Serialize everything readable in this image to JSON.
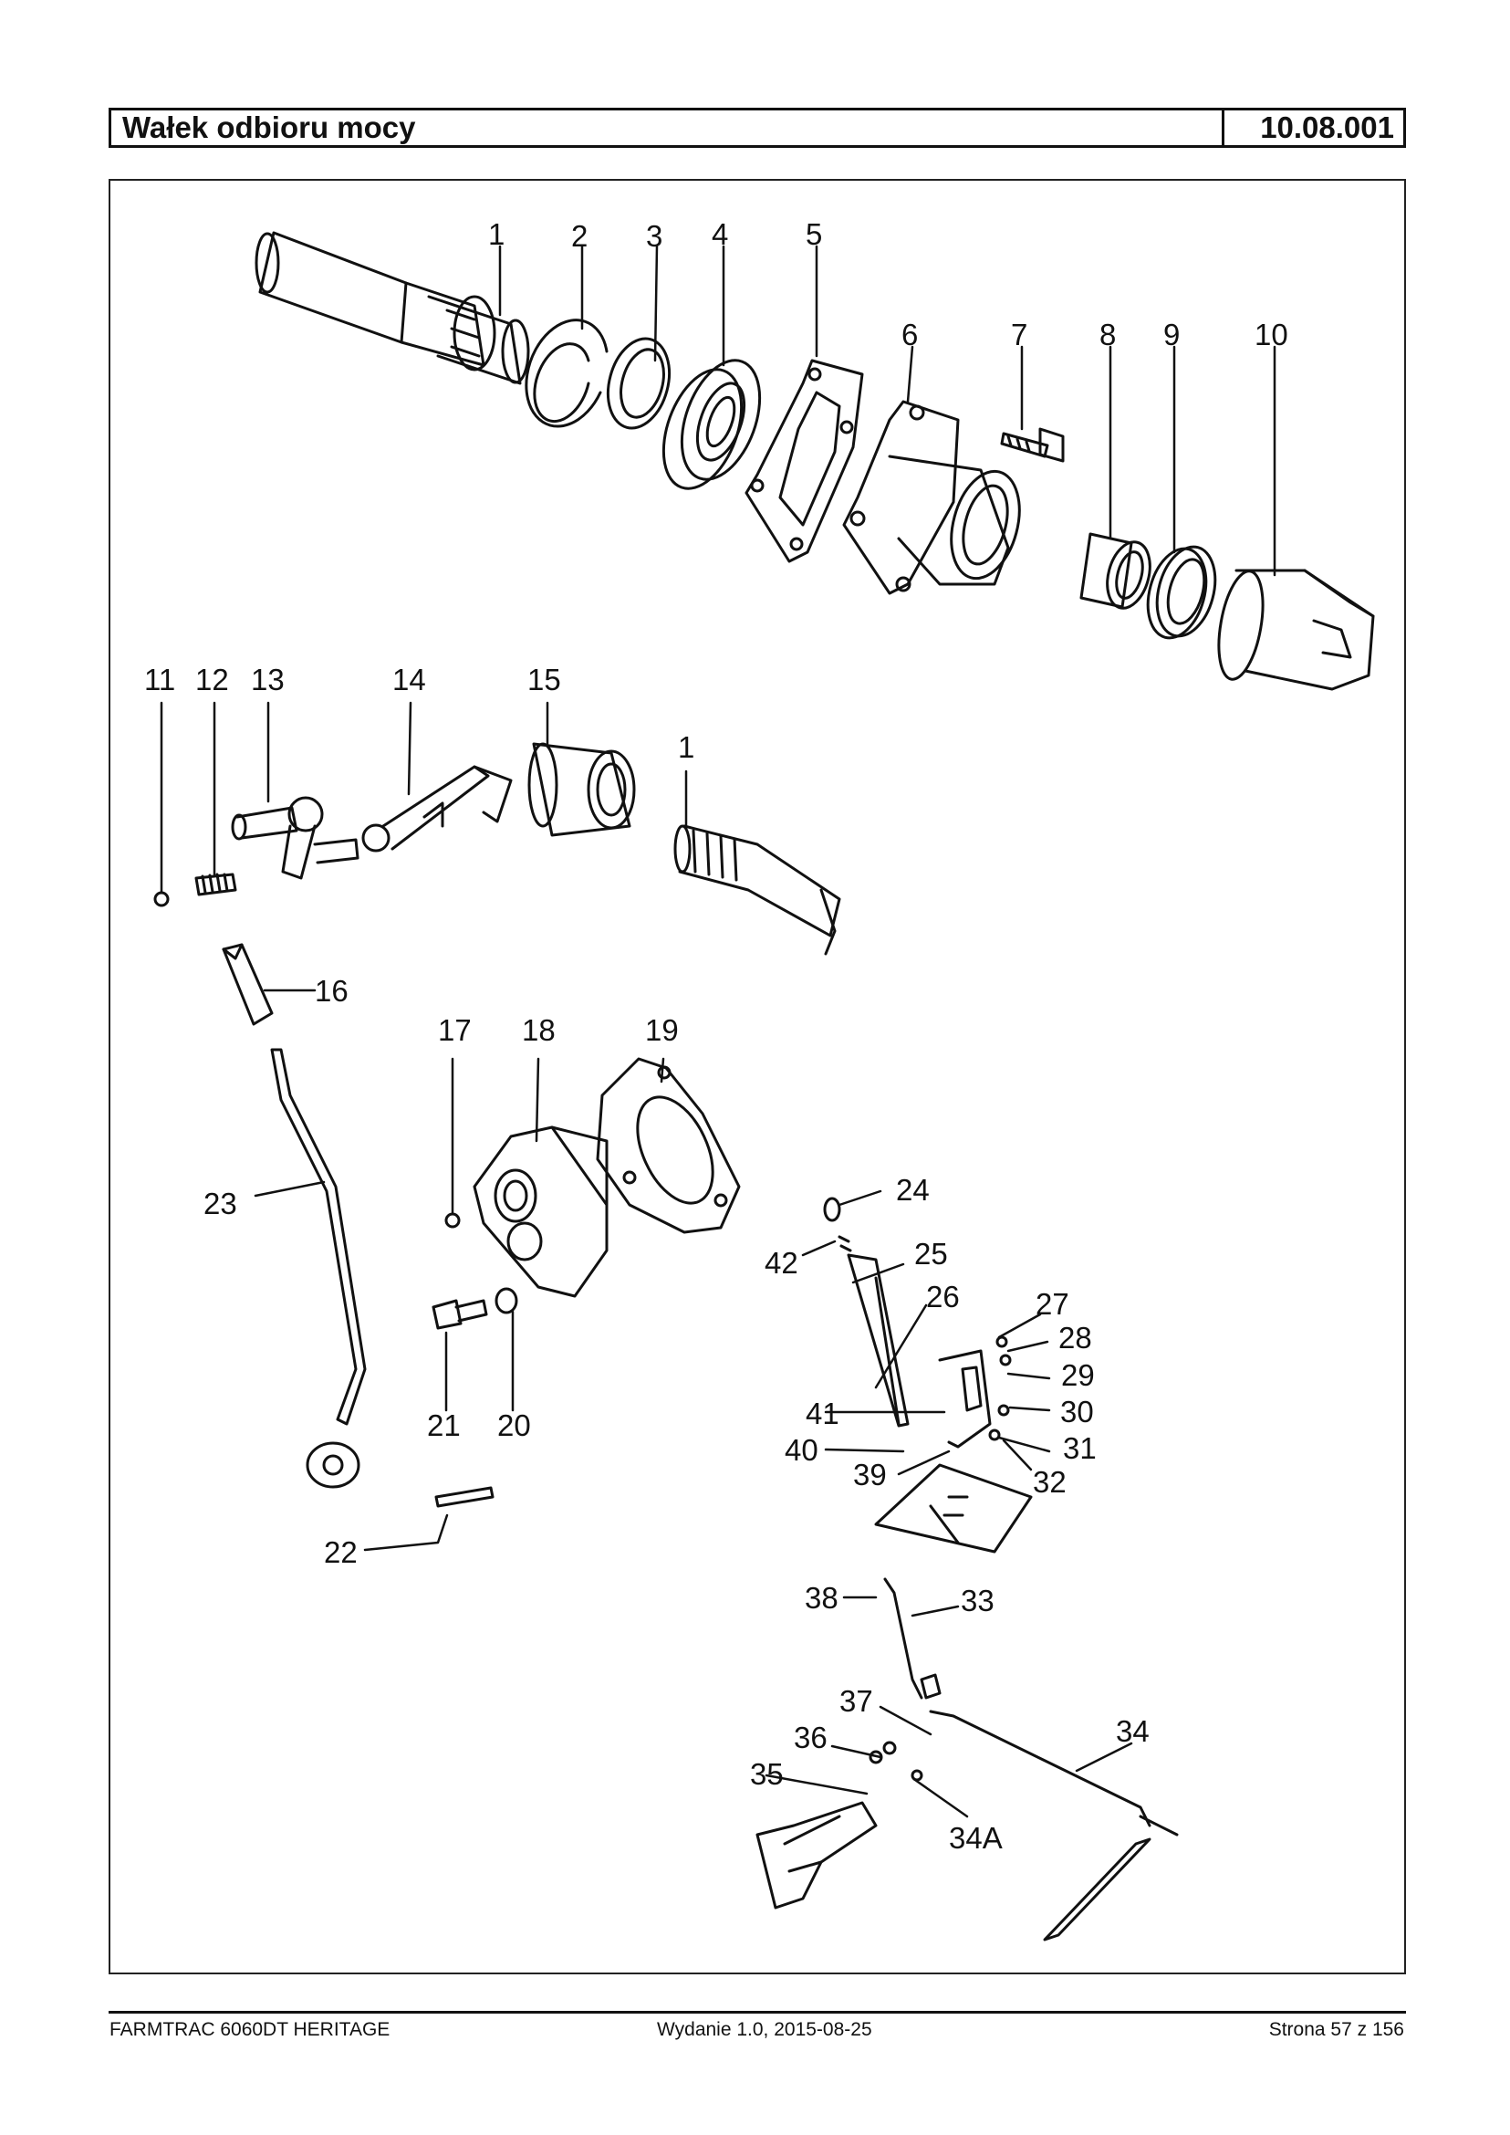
{
  "header": {
    "title": "Wałek odbioru mocy",
    "code": "10.08.001"
  },
  "diagram": {
    "callouts": [
      "1",
      "2",
      "3",
      "4",
      "5",
      "6",
      "7",
      "8",
      "9",
      "10",
      "11",
      "12",
      "13",
      "14",
      "15",
      "1",
      "16",
      "17",
      "18",
      "19",
      "23",
      "24",
      "42",
      "25",
      "26",
      "27",
      "28",
      "29",
      "41",
      "30",
      "40",
      "31",
      "39",
      "32",
      "21",
      "20",
      "22",
      "38",
      "33",
      "37",
      "34",
      "36",
      "35",
      "34A"
    ]
  },
  "footer": {
    "model": "FARMTRAC 6060DT HERITAGE",
    "edition": "Wydanie 1.0,  2015-08-25",
    "page": "Strona 57 z 156"
  }
}
